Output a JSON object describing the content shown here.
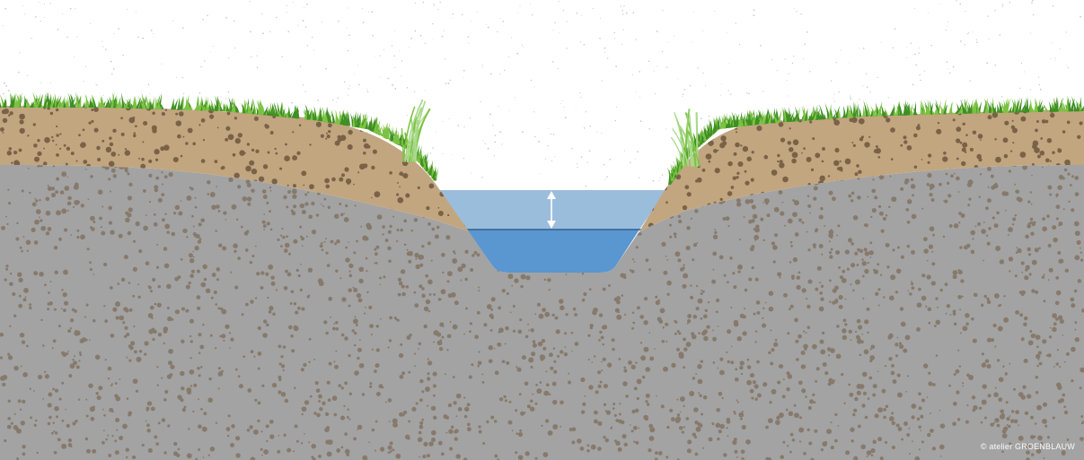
{
  "credit": "© atelier GROENBLAUW",
  "colors": {
    "sky": "#ffffff",
    "sky_speckle": "#c9c9c9",
    "topsoil": "#c2a680",
    "topsoil_stone": "#7a6247",
    "subsoil": "#a3a3a3",
    "subsoil_stone": "#877a6c",
    "grass_dark": "#3f8f24",
    "grass_light": "#7cc242",
    "water_high": "#9bbddc",
    "water_low": "#5a96d0",
    "water_line": "#2f5f8f",
    "arrow": "#ffffff"
  },
  "labels": {
    "water_fluctuation_arrow": "double-headed-arrow",
    "layers": [
      "grass",
      "topsoil",
      "subsoil",
      "water"
    ]
  }
}
